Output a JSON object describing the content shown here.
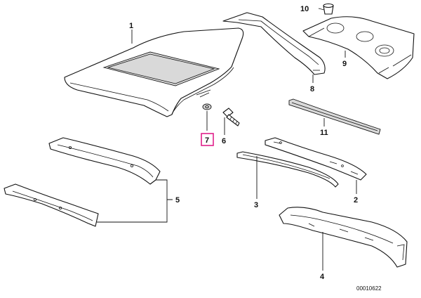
{
  "diagram": {
    "callouts": {
      "roof": "1",
      "rail_right": "2",
      "rail_left": "3",
      "lower_panel": "4",
      "cross_members": "5",
      "bolt": "6",
      "washer": "7",
      "rear_brace": "8",
      "shelf": "9",
      "plug": "10",
      "strip": "11"
    },
    "highlighted": "7",
    "doc_id": "00010622",
    "colors": {
      "highlight": "#e0218a",
      "ink": "#111111",
      "shade": "#d9d9d9"
    }
  }
}
